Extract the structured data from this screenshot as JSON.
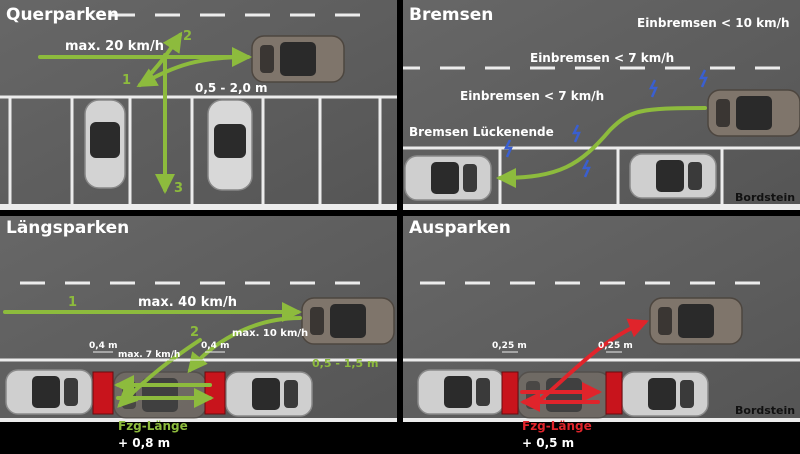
{
  "panels": {
    "querparken": {
      "title": "Querparken",
      "speed": "max. 20 km/h",
      "distance": "0,5 - 2,0 m",
      "steps": [
        "1",
        "2",
        "3"
      ]
    },
    "bremsen": {
      "title": "Bremsen",
      "labels": [
        "Einbremsen < 10 km/h",
        "Einbremsen < 7 km/h",
        "Einbremsen < 7 km/h",
        "Bremsen Lückenende"
      ],
      "curb": "Bordstein"
    },
    "laengsparken": {
      "title": "Längsparken",
      "speed_lane": "max. 40 km/h",
      "speed_reverse": "max. 10 km/h",
      "speed_gap": "max. 7 km/h",
      "gap_left": "0,4 m",
      "gap_right": "0,4 m",
      "distance": "0,5 - 1,5 m",
      "length_label": "Fzg-Länge",
      "length_extra": "+ 0,8 m",
      "steps": [
        "1",
        "2"
      ]
    },
    "ausparken": {
      "title": "Ausparken",
      "gap_left": "0,25 m",
      "gap_right": "0,25 m",
      "length_label": "Fzg-Länge",
      "length_extra": "+ 0,5 m",
      "curb": "Bordstein"
    }
  },
  "colors": {
    "asphalt": "#5e5e5e",
    "marking": "#ececec",
    "path_green": "#8dbb3d",
    "path_red": "#e0242b",
    "marker_red": "#c8141c",
    "title": "#ffffff",
    "curb_text": "#111111"
  }
}
